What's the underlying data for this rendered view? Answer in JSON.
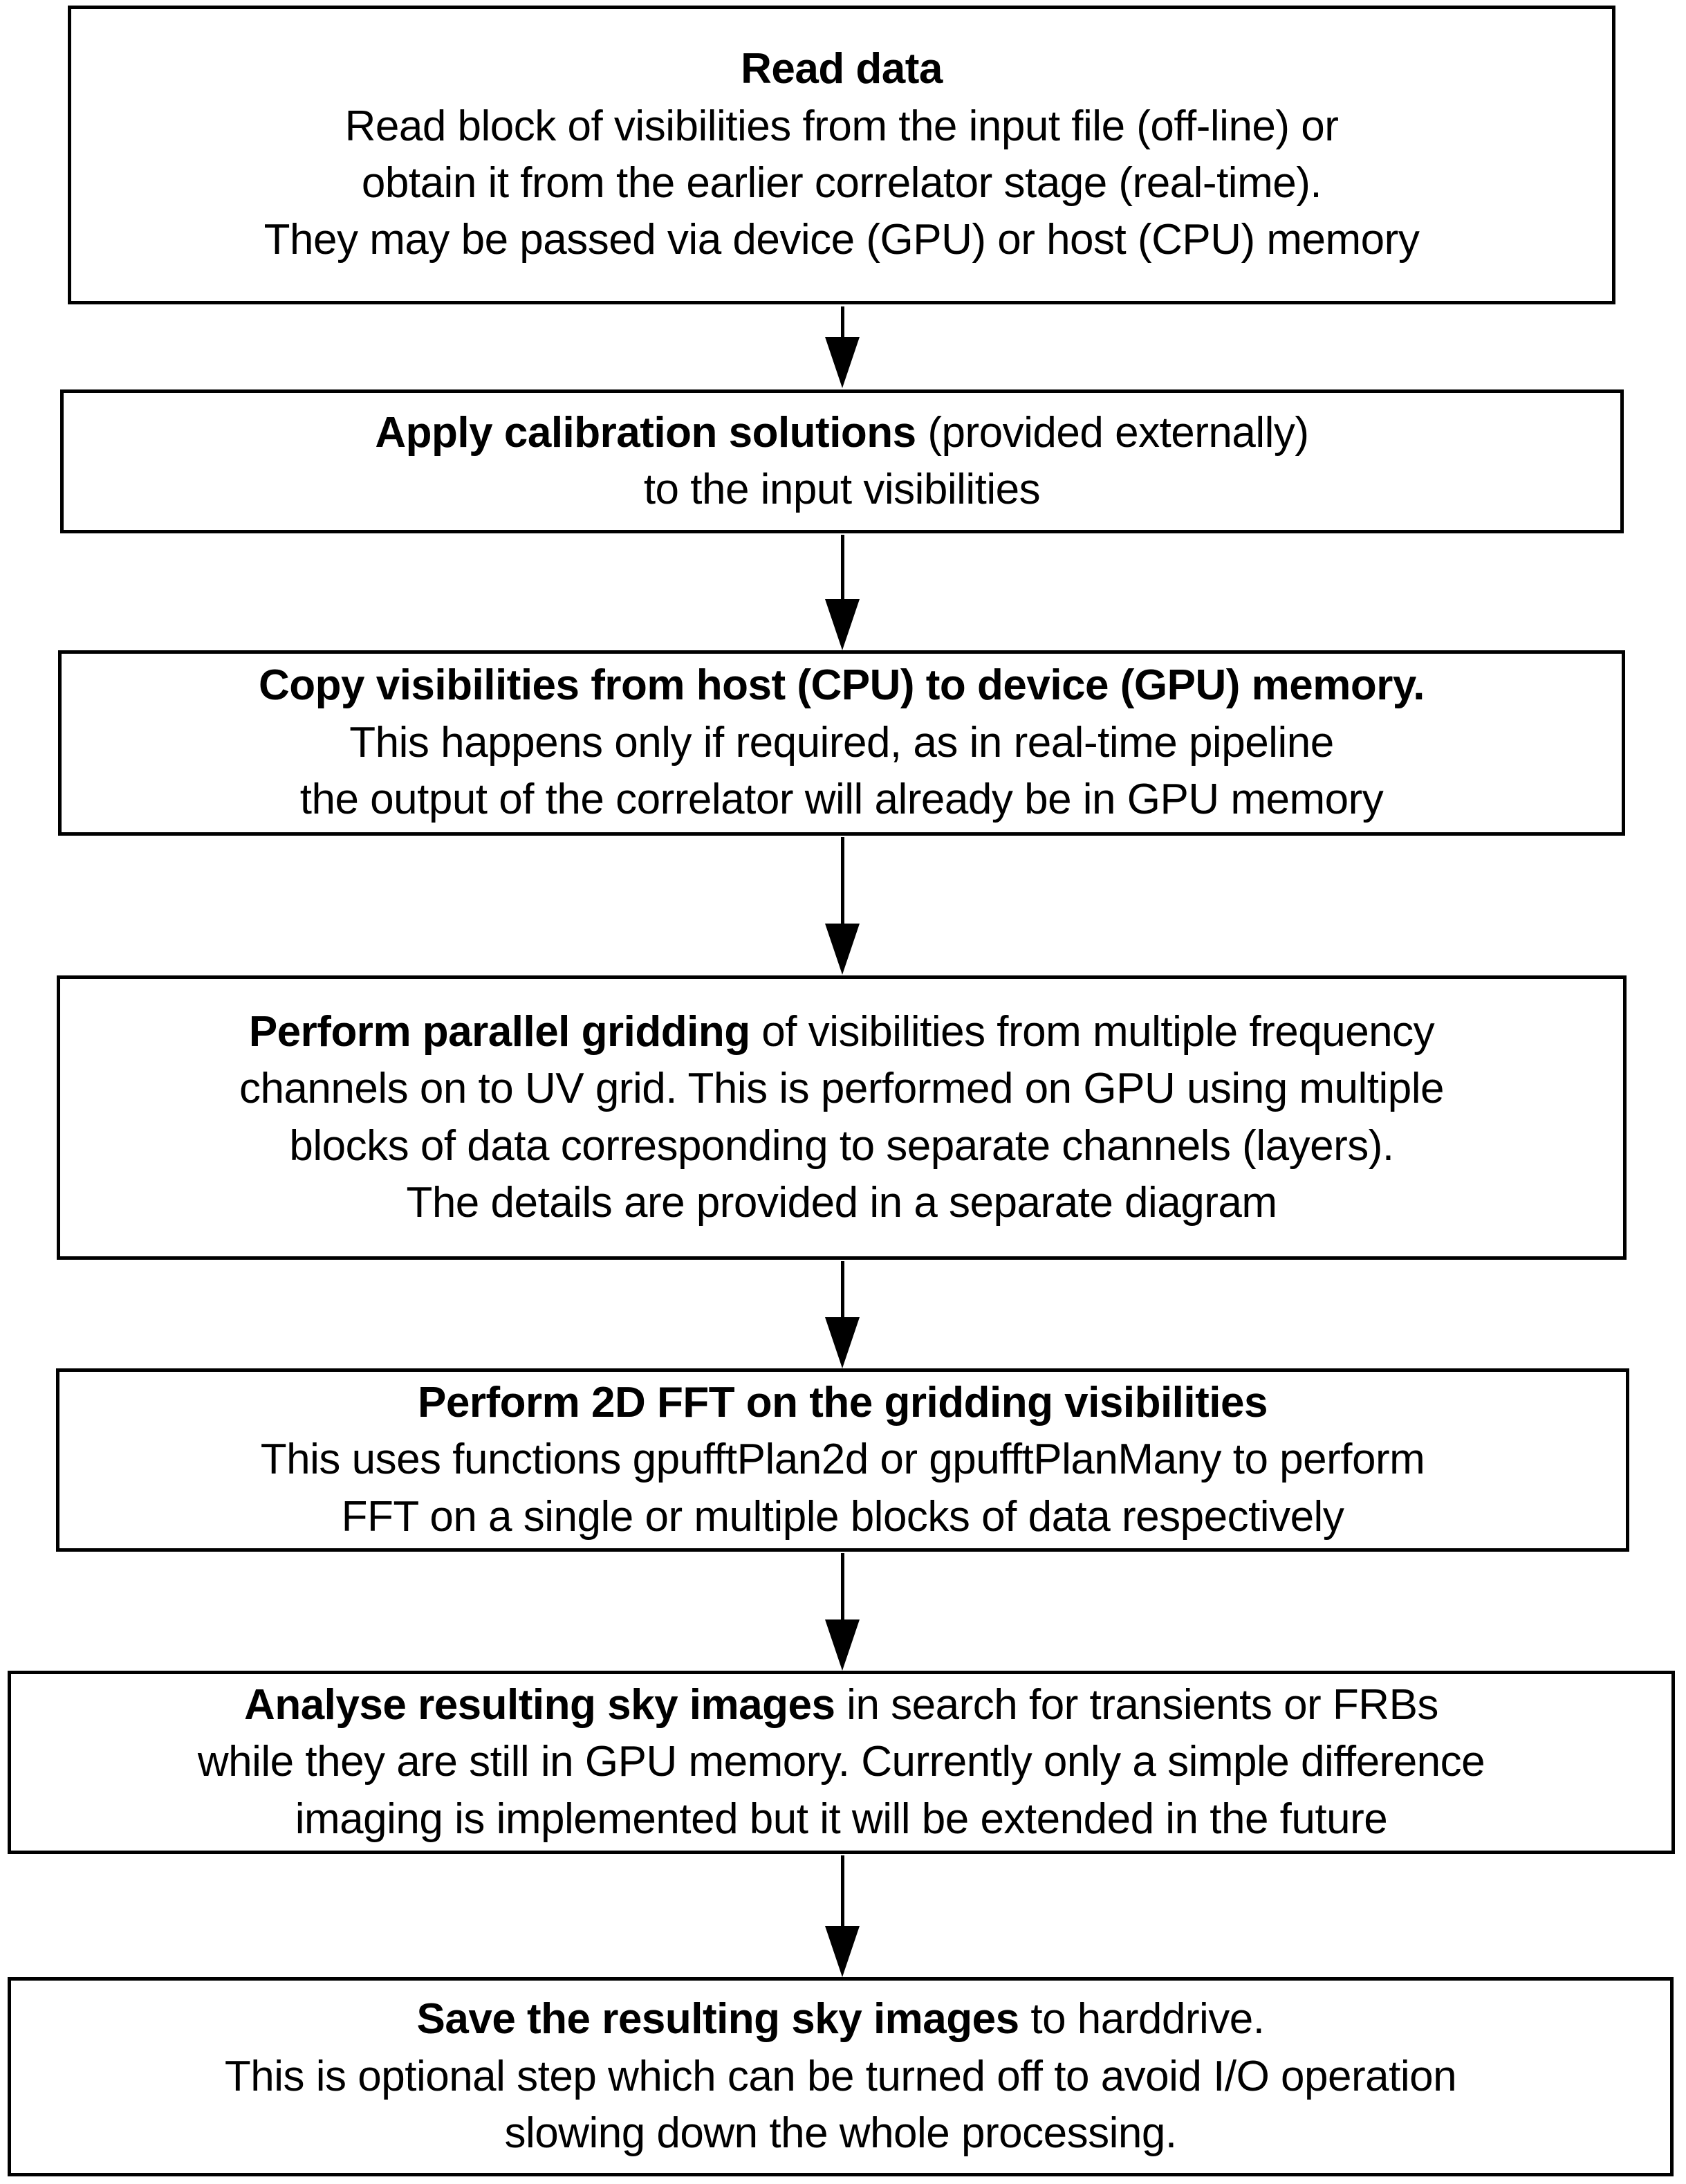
{
  "diagram": {
    "title": "GPU imaging pipeline flowchart",
    "type": "flowchart",
    "orientation": "vertical",
    "stroke_color": "#000000",
    "fill_color": "#ffffff",
    "text_color": "#000000",
    "node_count": 7,
    "connector_count": 6
  },
  "nodes": [
    {
      "id": "read-data",
      "lines": [
        {
          "lead": "Read data",
          "rest": ""
        },
        {
          "lead": "",
          "rest": "Read block of visibilities from the input file (off-line) or"
        },
        {
          "lead": "",
          "rest": "obtain it from the earlier correlator stage (real-time)."
        },
        {
          "lead": "",
          "rest": "They may be passed via device (GPU) or host (CPU) memory"
        }
      ]
    },
    {
      "id": "apply-calibration",
      "lines": [
        {
          "lead": "Apply calibration solutions",
          "rest": " (provided externally)"
        },
        {
          "lead": "",
          "rest": "to the input visibilities"
        }
      ]
    },
    {
      "id": "copy-visibilities",
      "lines": [
        {
          "lead": "Copy visibilities from host (CPU) to device (GPU) memory.",
          "rest": ""
        },
        {
          "lead": "",
          "rest": "This happens only if required, as in real-time pipeline"
        },
        {
          "lead": "",
          "rest": "the output of the correlator will already be in GPU memory"
        }
      ]
    },
    {
      "id": "parallel-gridding",
      "lines": [
        {
          "lead": "Perform parallel gridding",
          "rest": " of visibilities from multiple frequency"
        },
        {
          "lead": "",
          "rest": "channels on to UV grid. This is performed on GPU using multiple"
        },
        {
          "lead": "",
          "rest": "blocks of data corresponding to separate channels (layers)."
        },
        {
          "lead": "",
          "rest": "The details are provided in a separate diagram"
        }
      ]
    },
    {
      "id": "perform-2d-fft",
      "lines": [
        {
          "lead": "Perform 2D FFT on the gridding visibilities",
          "rest": ""
        },
        {
          "lead": "",
          "rest": "This uses functions gpufftPlan2d or gpufftPlanMany to perform"
        },
        {
          "lead": "",
          "rest": "FFT on a single or multiple blocks of data respectively"
        }
      ]
    },
    {
      "id": "analyse-sky-images",
      "lines": [
        {
          "lead": "Analyse resulting sky images",
          "rest": " in search for transients or FRBs"
        },
        {
          "lead": "",
          "rest": "while they are still in GPU memory. Currently only a simple difference"
        },
        {
          "lead": "",
          "rest": "imaging is implemented but it will be extended in the future"
        }
      ]
    },
    {
      "id": "save-sky-images",
      "lines": [
        {
          "lead": "Save the resulting sky images",
          "rest": " to harddrive."
        },
        {
          "lead": "",
          "rest": "This is optional step which can be turned off to avoid I/O operation"
        },
        {
          "lead": "",
          "rest": "slowing down the whole processing."
        }
      ]
    }
  ],
  "connectors": [
    {
      "id": "arrow-1",
      "from": "read-data",
      "to": "apply-calibration"
    },
    {
      "id": "arrow-2",
      "from": "apply-calibration",
      "to": "copy-visibilities"
    },
    {
      "id": "arrow-3",
      "from": "copy-visibilities",
      "to": "parallel-gridding"
    },
    {
      "id": "arrow-4",
      "from": "parallel-gridding",
      "to": "perform-2d-fft"
    },
    {
      "id": "arrow-5",
      "from": "perform-2d-fft",
      "to": "analyse-sky-images"
    },
    {
      "id": "arrow-6",
      "from": "analyse-sky-images",
      "to": "save-sky-images"
    }
  ]
}
